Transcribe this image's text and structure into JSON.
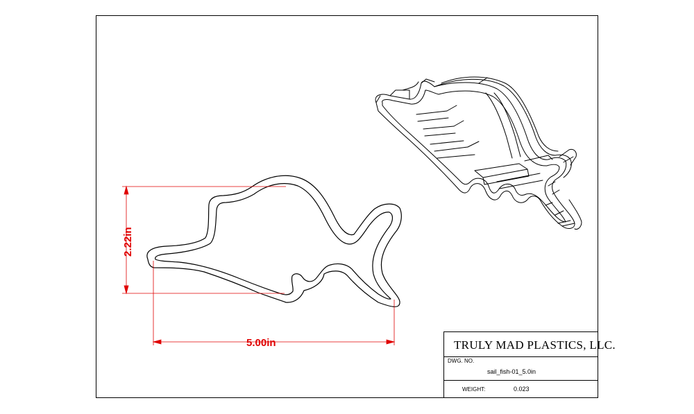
{
  "title_block": {
    "company": "TRULY MAD PLASTICS, LLC.",
    "dwg_no_label": "DWG. NO.",
    "dwg_no_value": "sail_fish-01_5.0in",
    "weight_label": "WEIGHT:",
    "weight_value": "0.023"
  },
  "dimensions": {
    "width": "5.00in",
    "height": "2.22in"
  },
  "colors": {
    "dimension": "#e00000",
    "line": "#000000",
    "background": "#ffffff"
  }
}
